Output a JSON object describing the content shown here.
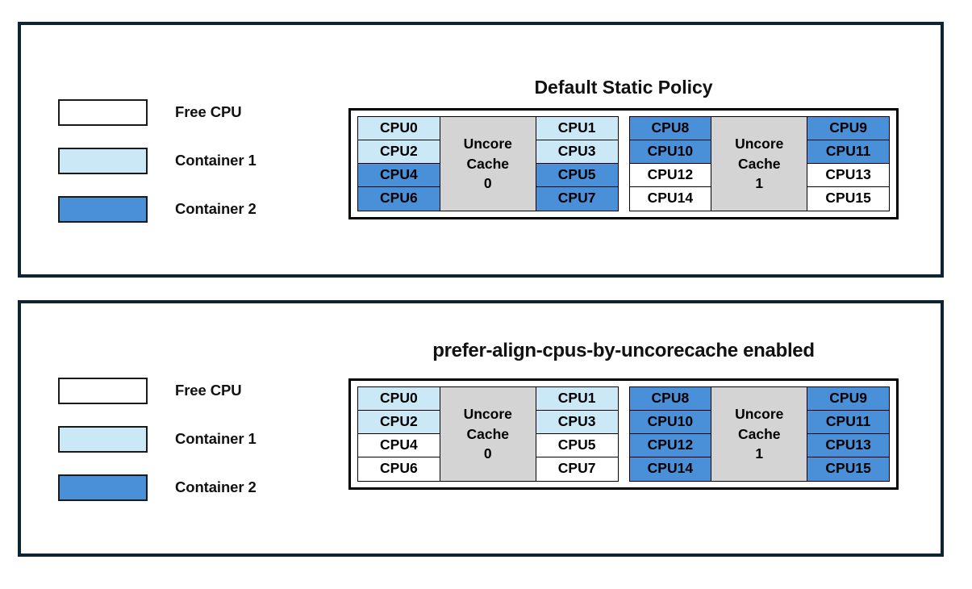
{
  "legend": {
    "items": [
      {
        "label": "Free CPU",
        "swatch": "sw-free",
        "color": "#ffffff"
      },
      {
        "label": "Container 1",
        "swatch": "sw-c1",
        "color": "#cbe8f7"
      },
      {
        "label": "Container 2",
        "swatch": "sw-c2",
        "color": "#4a90d9"
      }
    ]
  },
  "panels": [
    {
      "title": "Default Static Policy",
      "sockets": [
        {
          "cache_label_line1": "Uncore",
          "cache_label_line2": "Cache",
          "cache_index": "0",
          "left_column": [
            {
              "label": "CPU0",
              "state": "Container 1",
              "class": "c-c1"
            },
            {
              "label": "CPU2",
              "state": "Container 1",
              "class": "c-c1"
            },
            {
              "label": "CPU4",
              "state": "Container 2",
              "class": "c-c2"
            },
            {
              "label": "CPU6",
              "state": "Container 2",
              "class": "c-c2"
            }
          ],
          "right_column": [
            {
              "label": "CPU1",
              "state": "Container 1",
              "class": "c-c1"
            },
            {
              "label": "CPU3",
              "state": "Container 1",
              "class": "c-c1"
            },
            {
              "label": "CPU5",
              "state": "Container 2",
              "class": "c-c2"
            },
            {
              "label": "CPU7",
              "state": "Container 2",
              "class": "c-c2"
            }
          ]
        },
        {
          "cache_label_line1": "Uncore",
          "cache_label_line2": "Cache",
          "cache_index": "1",
          "left_column": [
            {
              "label": "CPU8",
              "state": "Container 2",
              "class": "c-c2"
            },
            {
              "label": "CPU10",
              "state": "Container 2",
              "class": "c-c2"
            },
            {
              "label": "CPU12",
              "state": "Free CPU",
              "class": "c-free"
            },
            {
              "label": "CPU14",
              "state": "Free CPU",
              "class": "c-free"
            }
          ],
          "right_column": [
            {
              "label": "CPU9",
              "state": "Container 2",
              "class": "c-c2"
            },
            {
              "label": "CPU11",
              "state": "Container 2",
              "class": "c-c2"
            },
            {
              "label": "CPU13",
              "state": "Free CPU",
              "class": "c-free"
            },
            {
              "label": "CPU15",
              "state": "Free CPU",
              "class": "c-free"
            }
          ]
        }
      ]
    },
    {
      "title": "prefer-align-cpus-by-uncorecache enabled",
      "sockets": [
        {
          "cache_label_line1": "Uncore",
          "cache_label_line2": "Cache",
          "cache_index": "0",
          "left_column": [
            {
              "label": "CPU0",
              "state": "Container 1",
              "class": "c-c1"
            },
            {
              "label": "CPU2",
              "state": "Container 1",
              "class": "c-c1"
            },
            {
              "label": "CPU4",
              "state": "Free CPU",
              "class": "c-free"
            },
            {
              "label": "CPU6",
              "state": "Free CPU",
              "class": "c-free"
            }
          ],
          "right_column": [
            {
              "label": "CPU1",
              "state": "Container 1",
              "class": "c-c1"
            },
            {
              "label": "CPU3",
              "state": "Container 1",
              "class": "c-c1"
            },
            {
              "label": "CPU5",
              "state": "Free CPU",
              "class": "c-free"
            },
            {
              "label": "CPU7",
              "state": "Free CPU",
              "class": "c-free"
            }
          ]
        },
        {
          "cache_label_line1": "Uncore",
          "cache_label_line2": "Cache",
          "cache_index": "1",
          "left_column": [
            {
              "label": "CPU8",
              "state": "Container 2",
              "class": "c-c2"
            },
            {
              "label": "CPU10",
              "state": "Container 2",
              "class": "c-c2"
            },
            {
              "label": "CPU12",
              "state": "Container 2",
              "class": "c-c2"
            },
            {
              "label": "CPU14",
              "state": "Container 2",
              "class": "c-c2"
            }
          ],
          "right_column": [
            {
              "label": "CPU9",
              "state": "Container 2",
              "class": "c-c2"
            },
            {
              "label": "CPU11",
              "state": "Container 2",
              "class": "c-c2"
            },
            {
              "label": "CPU13",
              "state": "Container 2",
              "class": "c-c2"
            },
            {
              "label": "CPU15",
              "state": "Container 2",
              "class": "c-c2"
            }
          ]
        }
      ]
    }
  ],
  "colors": {
    "panel_border": "#0d2433",
    "cell_border": "#000000",
    "free_cpu": "#ffffff",
    "container_1": "#cbe8f7",
    "container_2": "#4a90d9",
    "uncore_cache": "#d4d4d4"
  }
}
